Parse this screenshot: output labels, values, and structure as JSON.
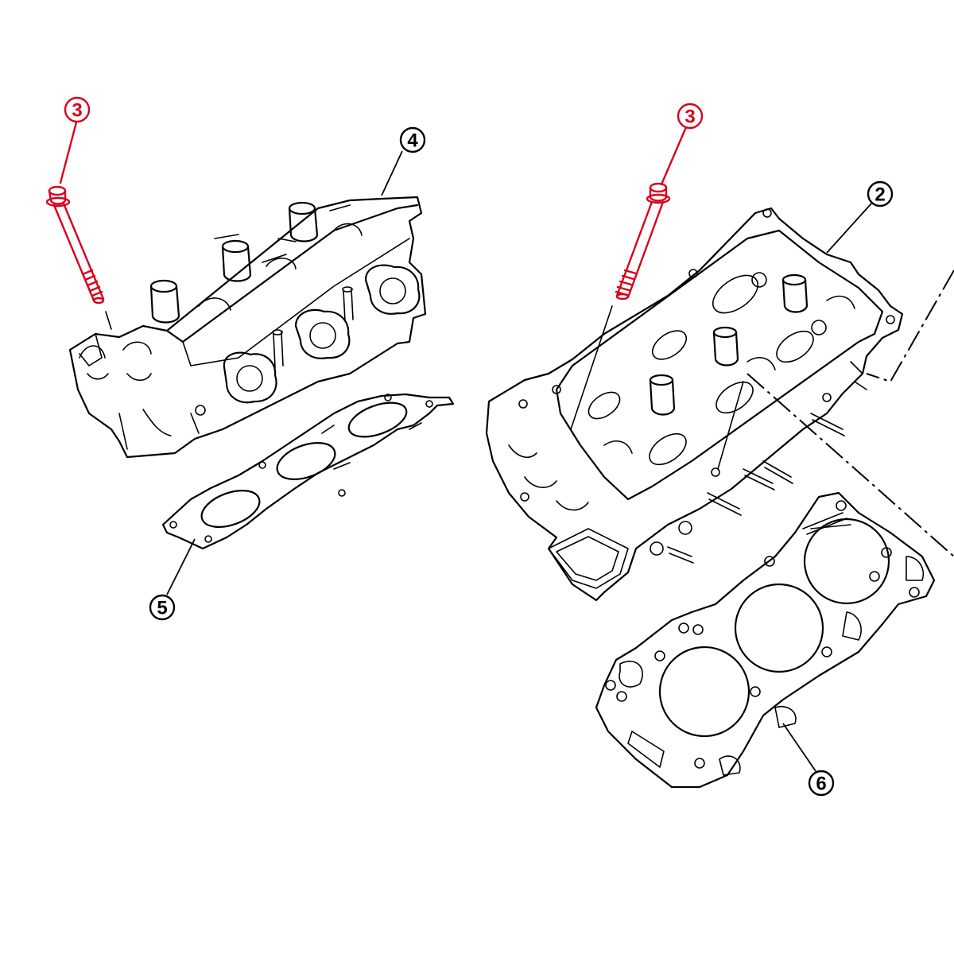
{
  "callouts": [
    {
      "id": "bolt-left",
      "label": "3",
      "color": "#d9001b"
    },
    {
      "id": "bolt-right",
      "label": "3",
      "color": "#d9001b"
    },
    {
      "id": "head-left",
      "label": "4",
      "color": "#000000"
    },
    {
      "id": "head-right",
      "label": "2",
      "color": "#000000"
    },
    {
      "id": "gasket-left",
      "label": "5",
      "color": "#000000"
    },
    {
      "id": "gasket-right",
      "label": "6",
      "color": "#000000"
    }
  ],
  "colors": {
    "highlight": "#d9001b",
    "line": "#000000",
    "background": "#ffffff"
  }
}
